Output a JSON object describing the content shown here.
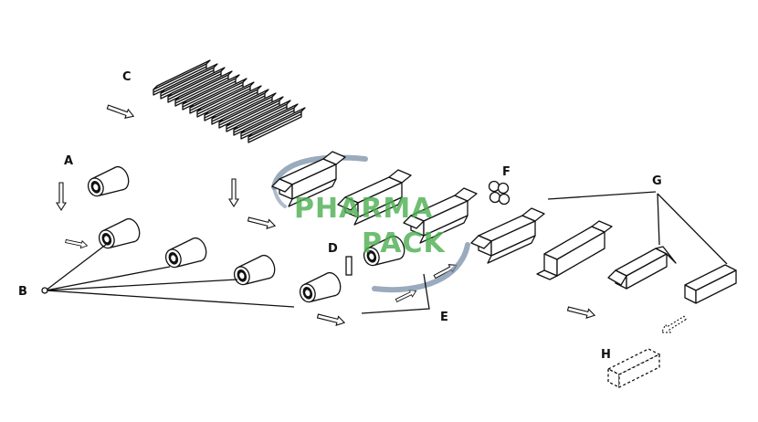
{
  "labels": {
    "a": "A",
    "b": "B",
    "c": "C",
    "d": "D",
    "e": "E",
    "f": "F",
    "g": "G",
    "h": "H"
  },
  "watermark": {
    "line1": "PHARMA",
    "line2": "PACK",
    "color": "#4caf50"
  },
  "colors": {
    "stroke": "#111111",
    "background": "#ffffff",
    "swoosh": "#7a8fa8"
  }
}
